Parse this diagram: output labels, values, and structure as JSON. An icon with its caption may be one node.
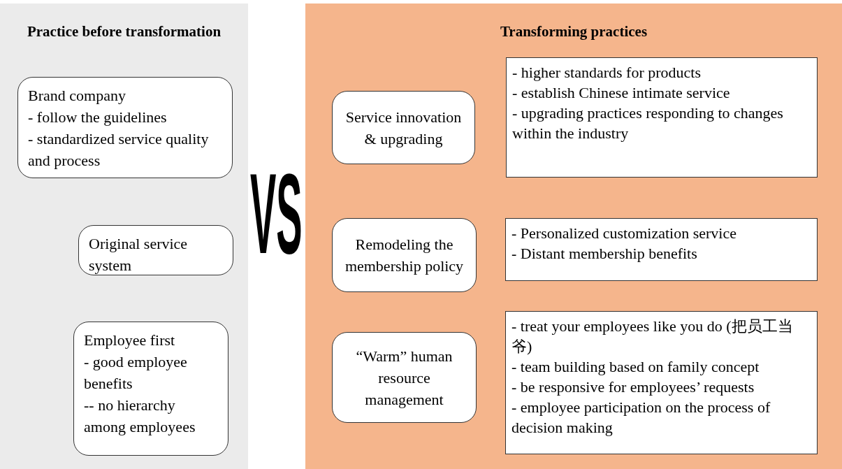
{
  "diagram": {
    "nodes": [
      {
        "text": [
          "Practice before transformation"
        ]
      },
      {
        "text": [
          "Brand company",
          "- follow the guidelines",
          "- standardized service quality and process"
        ],
        "in": 0
      },
      {
        "text": [
          "Original service system"
        ],
        "in": 0
      },
      {
        "text": [
          "Employee first",
          "- good employee benefits",
          "-- no hierarchy among employees"
        ],
        "in": 0
      },
      {
        "text": [
          "Transforming practices"
        ]
      },
      {
        "text": [
          "Service innovation & upgrading"
        ],
        "in": 4
      },
      {
        "text": [
          "- higher standards for products",
          "- establish Chinese intimate service",
          "- upgrading practices responding to changes within the industry"
        ],
        "in": 4
      },
      {
        "text": [
          "Remodeling the membership policy"
        ],
        "in": 4
      },
      {
        "text": [
          "- Personalized customization service",
          "- Distant membership benefits"
        ],
        "in": 4
      },
      {
        "text": [
          "“Warm” human resource management"
        ],
        "in": 4
      },
      {
        "text": [
          "- treat your employees like you do (把员工当爷)",
          "- team building based on family concept",
          "- be responsive for employees’ requests",
          "- employee participation on the process of decision making"
        ],
        "in": 4
      }
    ],
    "labels": [
      "VS"
    ]
  }
}
